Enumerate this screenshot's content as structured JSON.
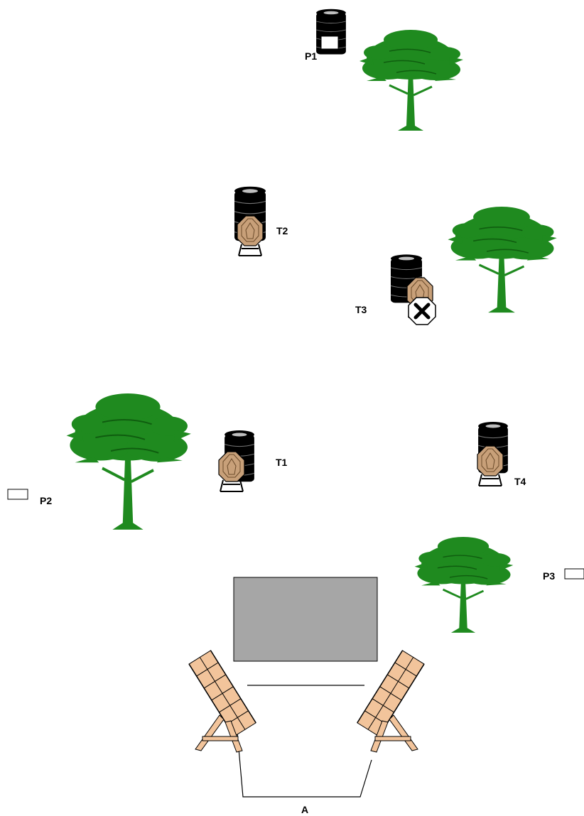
{
  "labels": {
    "p1": "P1",
    "p2": "P2",
    "p3": "P3",
    "t1": "T1",
    "t2": "T2",
    "t3": "T3",
    "t4": "T4",
    "a": "A"
  },
  "colors": {
    "tree": "#1f8a1f",
    "tree_trunk": "#1f8a1f",
    "barrel": "#000000",
    "target": "#c8a079",
    "wall": "#a6a6a6",
    "pallet": "#f2c49b"
  },
  "icons": {
    "barrel": "tire-stack-icon",
    "target": "steel-target-icon",
    "no_shoot": "no-shoot-target-icon",
    "tree": "tree-icon",
    "pallet": "pallet-barricade-icon",
    "prop": "prop-box-icon"
  }
}
